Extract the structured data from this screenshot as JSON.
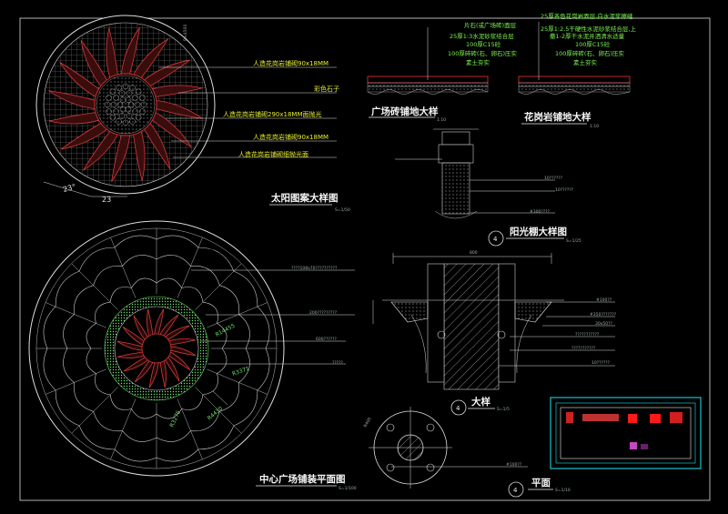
{
  "sun": {
    "title": "太阳图案大样图",
    "scale": "S=1/50",
    "radius_label": "R=4500",
    "labels": [
      "人造花岗岩铺砌90x18MM",
      "彩色石子",
      "人造花岗岩铺砌290x18MM面抛光",
      "人造花岗岩铺砌90x18MM",
      "人造花岗岩铺砌细抛光面"
    ],
    "dims": [
      "23°",
      "23"
    ]
  },
  "brick": {
    "title": "广场砖铺地大样",
    "scale": "1:10",
    "layers": [
      "片石(或广场砖)面层",
      "25厚1:3水泥砂浆结合层",
      "100厚C15砼",
      "100厚碎砖(石、卵石)压实",
      "素土夯实"
    ]
  },
  "granite": {
    "title": "花岗岩铺地大样",
    "scale": "1:10",
    "layers": [
      "25厚各色花岗岩面层,白水泥浆擦缝",
      "25厚1:2.5干硬性水泥砂浆结合层,上",
      "撒1-2厚干水泥并洒清水适量",
      "100厚C15砼",
      "100厚碎砖(石、卵石)压实",
      "素土夯实"
    ]
  },
  "column": {
    "title": "阳光棚大样图",
    "scale": "S=1/25",
    "dims": [
      "10??????",
      "10??????",
      "#300????"
    ]
  },
  "markers": [
    "4",
    "4",
    "4"
  ],
  "plaza": {
    "title": "中心广场铺装平面图",
    "scale": "S=1/100",
    "notes": [
      "????108x70??????????",
      "200?????????",
      "600??????",
      "?????"
    ],
    "dims": [
      "R14455",
      "R3371",
      "R3276",
      "R4430"
    ]
  },
  "large_detail": {
    "title": "大样",
    "scale": "S=1/5",
    "width_dim": "800",
    "notes": [
      "#100??",
      "#350???????",
      "30x50??",
      "???????????",
      "???????????",
      "10??????"
    ]
  },
  "plan": {
    "title": "平面",
    "scale": "S=1/10",
    "dim": "R400",
    "note": "#100??"
  }
}
